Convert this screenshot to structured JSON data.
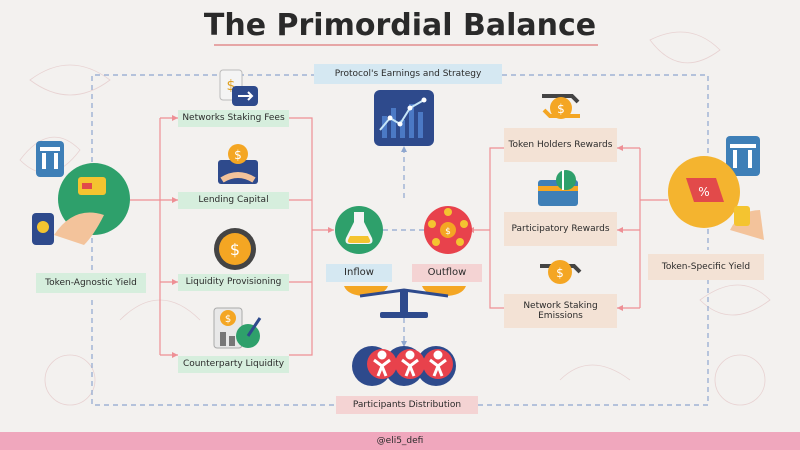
{
  "title": "The Primordial Balance",
  "top_label": "Protocol's Earnings and Strategy",
  "left_title": "Token-Agnostic Yield",
  "right_title": "Token-Specific Yield",
  "left_items": [
    "Networks Staking Fees",
    "Lending Capital",
    "Liquidity Provisioning",
    "Counterparty Liquidity"
  ],
  "right_items": [
    "Token Holders Rewards",
    "Participatory Rewards",
    "Network Staking Emissions"
  ],
  "inflow": "Inflow",
  "outflow": "Outflow",
  "bottom_label": "Participants Distribution",
  "footer": "@eli5_defi",
  "colors": {
    "pink_line": "#ee8f95",
    "blue_dash": "#8fa7cf",
    "green_box": "#d6eedd",
    "beige_box": "#f3e2d5",
    "blue_box": "#d5e8f2",
    "pink_box": "#f4d3d3",
    "footer": "#f0a7bd"
  },
  "icons": [
    "token-agnostic-icon",
    "token-specific-icon",
    "networks-staking-icon",
    "lending-capital-icon",
    "liquidity-provisioning-icon",
    "counterparty-liquidity-icon",
    "token-holders-icon",
    "participatory-rewards-icon",
    "network-staking-emissions-icon",
    "earnings-chart-icon",
    "inflow-flask-icon",
    "outflow-network-icon",
    "balance-scale-icon",
    "participants-icon"
  ]
}
